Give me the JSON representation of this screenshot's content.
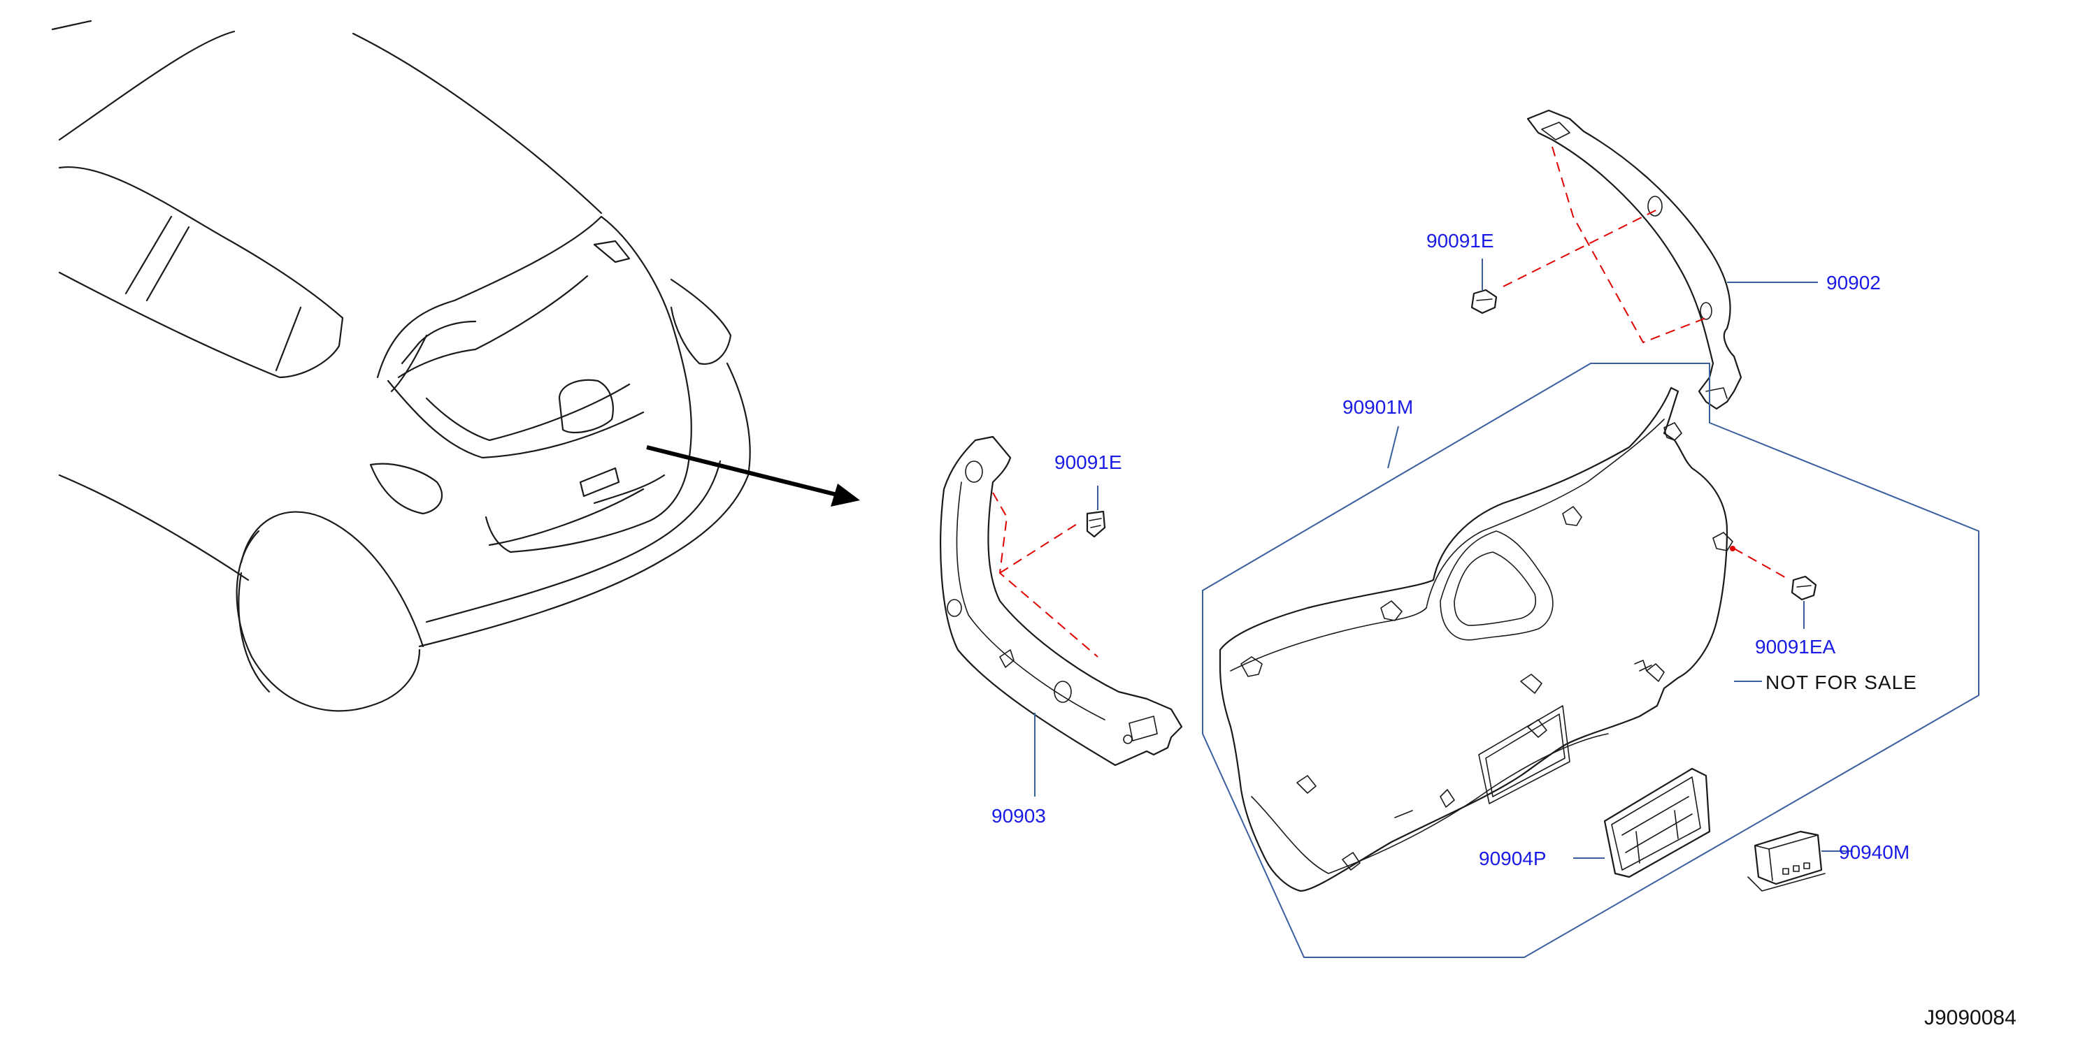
{
  "diagram": {
    "drawing_code": "J9090084",
    "labels": {
      "clip_upper": "90091E",
      "clip_left": "90091E",
      "clip_right": "90091EA",
      "finisher_upper": "90902",
      "finisher_main": "90901M",
      "finisher_left": "90903",
      "handle_pocket": "90904P",
      "lamp_unit": "90940M",
      "note": "NOT  FOR  SALE"
    }
  }
}
